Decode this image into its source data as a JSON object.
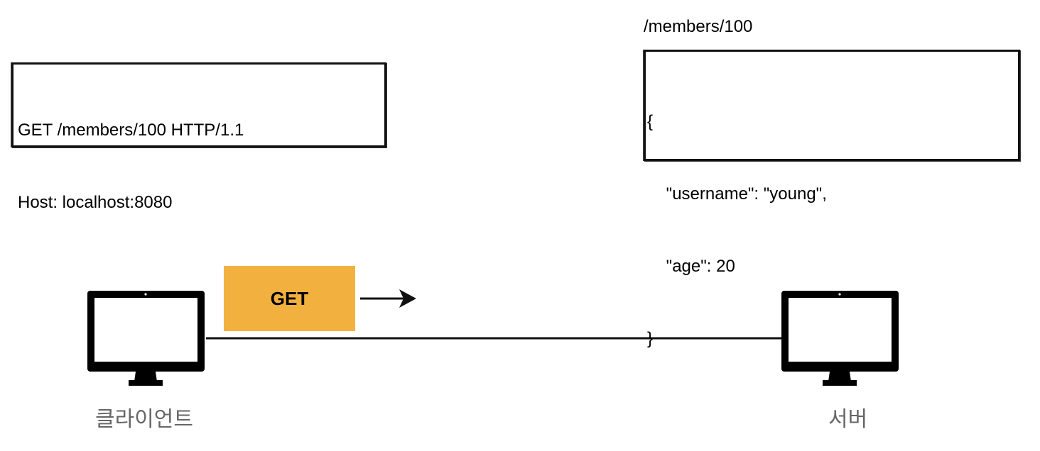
{
  "request": {
    "lines": [
      "GET /members/100 HTTP/1.1",
      "Host: localhost:8080"
    ]
  },
  "response": {
    "path": "/members/100",
    "lines": [
      "{",
      "    \"username\": \"young\",",
      "    \"age\": 20",
      "}"
    ]
  },
  "method_badge": {
    "label": "GET",
    "color": "#F2B13F"
  },
  "client": {
    "label": "클라이언트"
  },
  "server": {
    "label": "서버"
  },
  "colors": {
    "line": "#111111",
    "label_gray": "#666666"
  }
}
